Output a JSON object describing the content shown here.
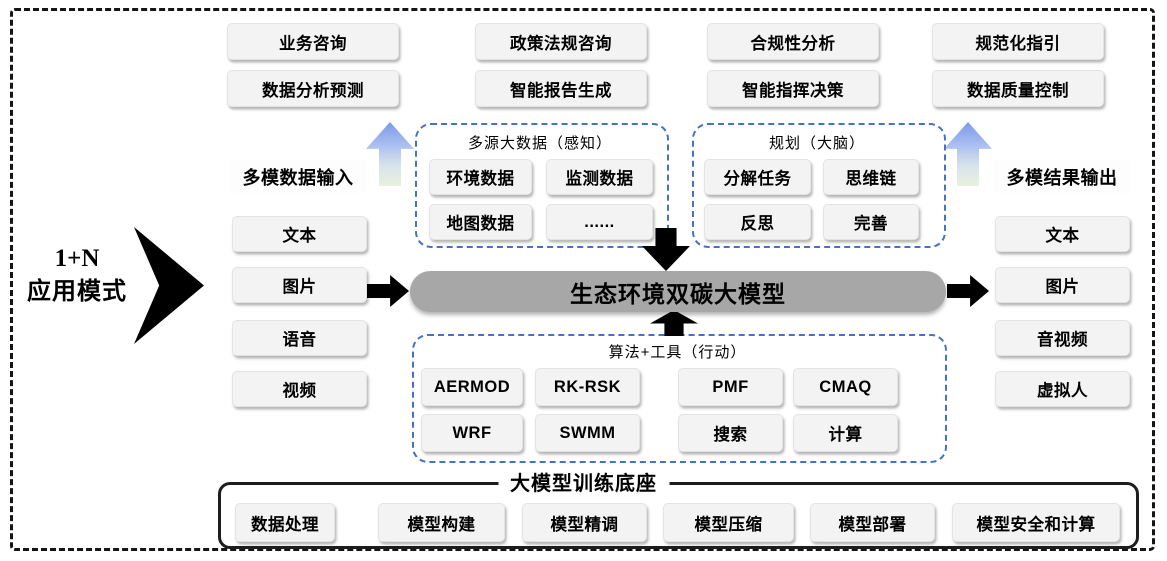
{
  "apps": {
    "row1": [
      "业务咨询",
      "政策法规咨询",
      "合规性分析",
      "规范化指引"
    ],
    "row2": [
      "数据分析预测",
      "智能报告生成",
      "智能指挥决策",
      "数据质量控制"
    ]
  },
  "left_mode": {
    "line1": "1+N",
    "line2": "应用模式"
  },
  "input": {
    "title": "多模数据输入",
    "items": [
      "文本",
      "图片",
      "语音",
      "视频"
    ]
  },
  "output": {
    "title": "多模结果输出",
    "items": [
      "文本",
      "图片",
      "音视频",
      "虚拟人"
    ]
  },
  "perception": {
    "title": "多源大数据（感知）",
    "items": [
      "环境数据",
      "监测数据",
      "地图数据",
      "......"
    ]
  },
  "planning": {
    "title": "规划（大脑）",
    "items": [
      "分解任务",
      "思维链",
      "反思",
      "完善"
    ]
  },
  "core": {
    "label": "生态环境双碳大模型"
  },
  "tools": {
    "title": "算法+工具（行动）",
    "row1": [
      "AERMOD",
      "RK-RSK",
      "PMF",
      "CMAQ"
    ],
    "row2": [
      "WRF",
      "SWMM",
      "搜索",
      "计算"
    ]
  },
  "foundation": {
    "title": "大模型训练底座",
    "items": [
      "数据处理",
      "模型构建",
      "模型精调",
      "模型压缩",
      "模型部署",
      "模型安全和计算"
    ]
  },
  "colors": {
    "dashed_blue": "#4472c4",
    "core_gray": "#a7a7a7",
    "box_fill": "#f3f3f3",
    "arrow_black": "#000000",
    "gradient_arrow_top": "#7d99e8",
    "gradient_arrow_bottom": "#e9f1e1"
  }
}
